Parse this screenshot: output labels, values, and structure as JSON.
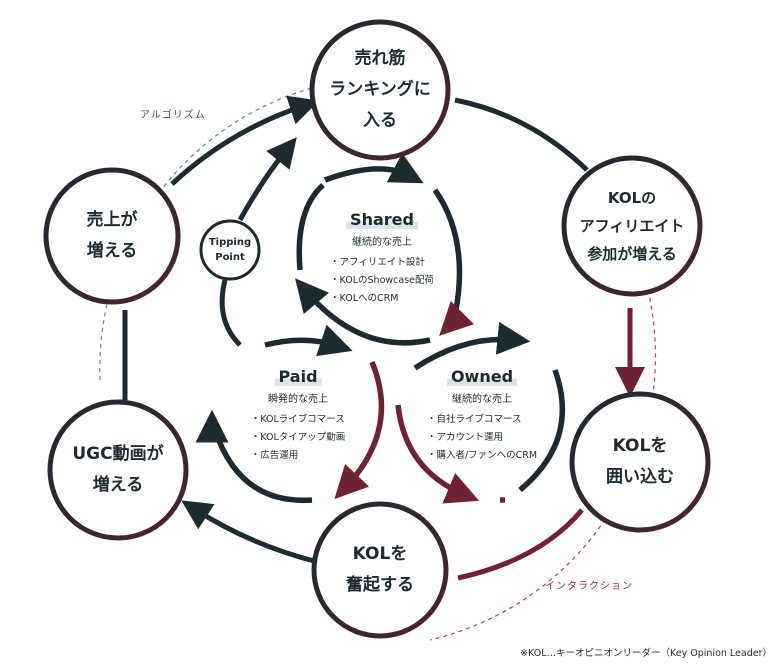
{
  "nodes": {
    "ranking": [
      "売れ筋",
      "ランキングに",
      "入る"
    ],
    "affiliate": [
      "KOLの",
      "アフィリエイト",
      "参加が増える"
    ],
    "enclose": [
      "KOLを",
      "囲い込む"
    ],
    "rouse": [
      "KOLを",
      "奮起する"
    ],
    "ugc": [
      "UGC動画が",
      "増える"
    ],
    "sales": [
      "売上が",
      "増える"
    ]
  },
  "labels": {
    "algorithm": "アルゴリズム",
    "interaction": "インタラクション",
    "tipping_point": [
      "Tipping",
      "Point"
    ]
  },
  "channels": {
    "shared": {
      "title": "Shared",
      "subtitle": "継続的な売上",
      "items": [
        "アフィリエイト設計",
        "KOLのShowcase配荷",
        "KOLへのCRM"
      ]
    },
    "paid": {
      "title": "Paid",
      "subtitle": "瞬発的な売上",
      "items": [
        "KOLライブコマース",
        "KOLタイアップ動画",
        "広告運用"
      ]
    },
    "owned": {
      "title": "Owned",
      "subtitle": "継続的な売上",
      "items": [
        "自社ライブコマース",
        "アカウント運用",
        "購入者/ファンへのCRM"
      ]
    }
  },
  "footnote": "※KOL…キーオピニオンリーダー（Key Opinion Leader）",
  "colors": {
    "dark": "#1d2a30",
    "red": "#6e2233",
    "dash_green": "#5f8a7a",
    "dash_red": "#c0394f"
  }
}
